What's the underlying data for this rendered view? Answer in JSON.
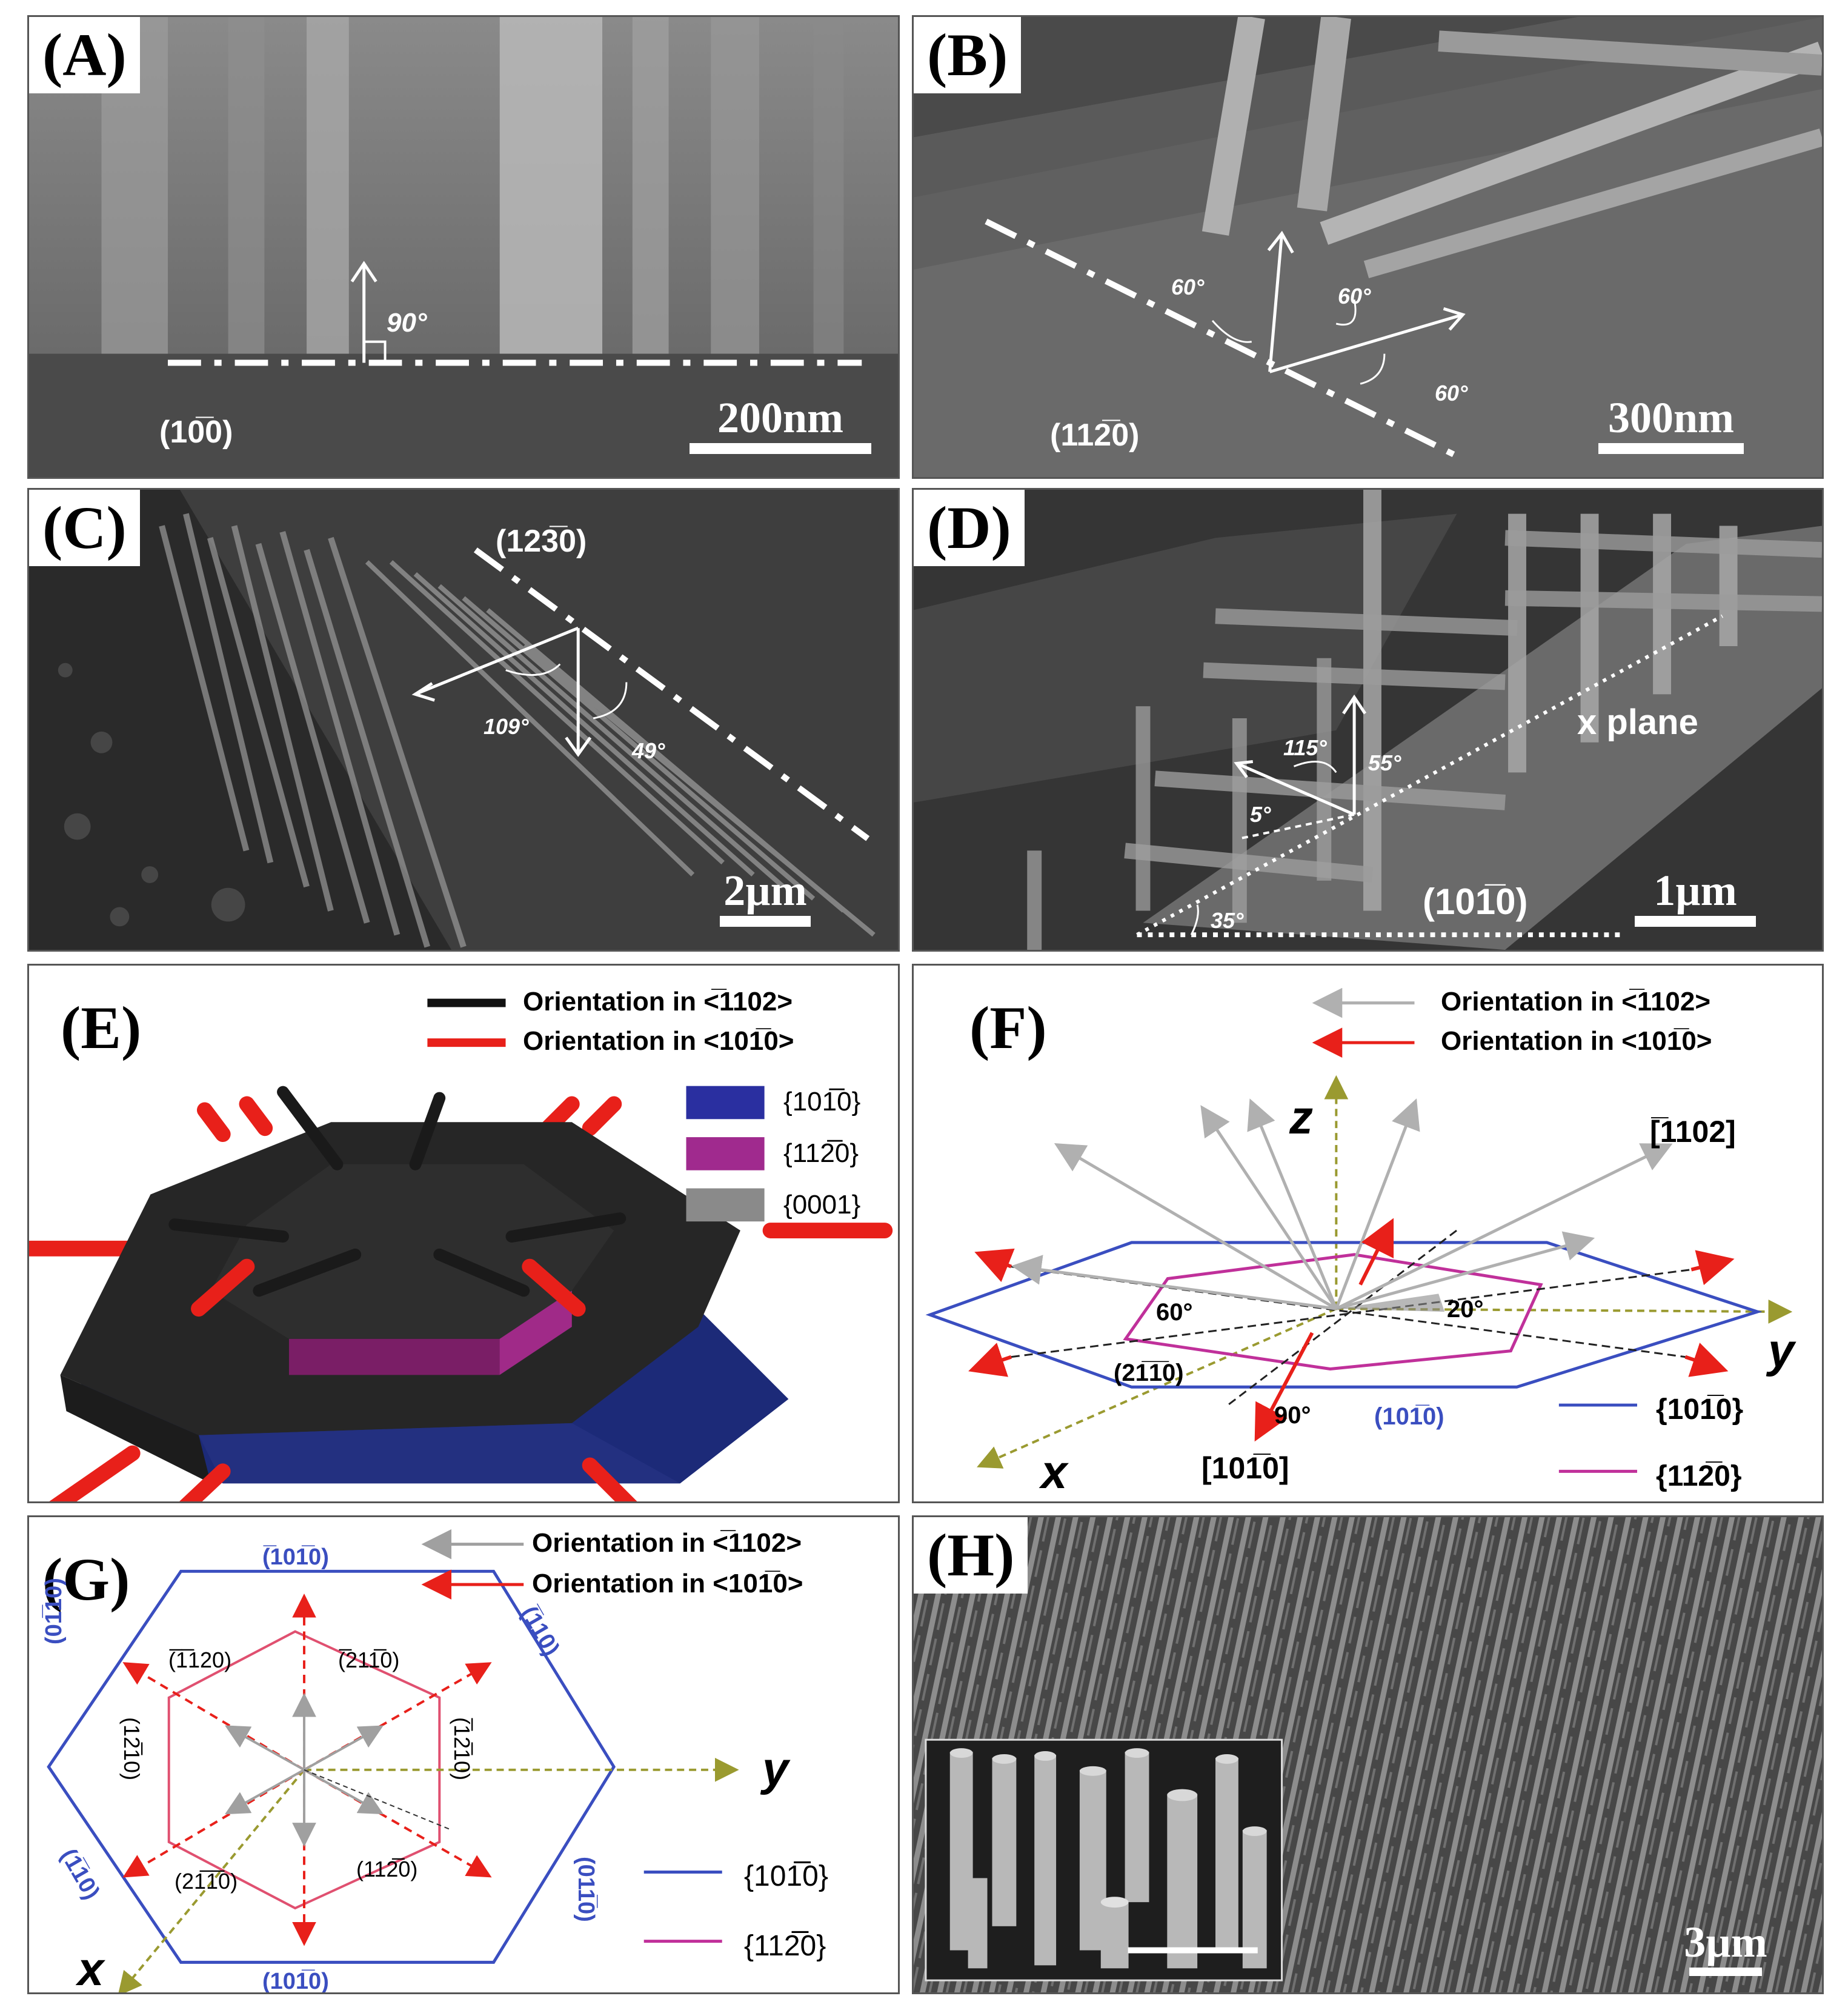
{
  "panels": {
    "A": {
      "label": "(A)",
      "scale_bar": "200nm",
      "plane": "(10̅0)",
      "angle": "90°"
    },
    "B": {
      "label": "(B)",
      "scale_bar": "300nm",
      "plane": "(112̅0)",
      "angle_1": "60°",
      "angle_2": "60°",
      "angle_3": "60°"
    },
    "C": {
      "label": "(C)",
      "scale_bar": "2µm",
      "plane": "(123̅0)",
      "angle_1": "109°",
      "angle_2": "49°"
    },
    "D": {
      "label": "(D)",
      "scale_bar": "1µm",
      "plane": "(101̅0)",
      "plane_name": "x plane",
      "angle_1": "115°",
      "angle_2": "55°",
      "angle_3": "5°",
      "angle_4": "35°"
    },
    "E": {
      "label": "(E)",
      "legend_lines": [
        "Orientation in <̅1102>",
        "Orientation in <101̅0>"
      ],
      "legend_faces": [
        "{101̅0}",
        "{112̅0}",
        "{0001}"
      ]
    },
    "F": {
      "label": "(F)",
      "legend_lines": [
        "Orientation in <̅1102>",
        "Orientation in <101̅0>"
      ],
      "axis_z": "z",
      "axis_y": "y",
      "axis_x": "x",
      "dir_top": "[̅1102]",
      "dir_bottom": "[101̅0]",
      "angle_60": "60°",
      "angle_20": "20°",
      "angle_90": "90°",
      "plane_2110": "(21̅1̅0)",
      "plane_1010": "(101̅0)",
      "legend_planes": [
        "{101̅0}",
        "{112̅0}"
      ]
    },
    "G": {
      "label": "(G)",
      "legend_lines": [
        "Orientation in <̅1102>",
        "Orientation in <101̅0>"
      ],
      "axis_y": "y",
      "axis_x": "x",
      "outer_top": "(̅101̅0)",
      "outer_bottom": "(101̅0)",
      "outer_ul": "(01̅10)",
      "outer_ur": "(̅110)",
      "outer_ll": "(1̅10)",
      "outer_lr": "(011̅0)",
      "inner_1": "(̅1̅120)",
      "inner_2": "(̅211̅0)",
      "inner_3": "(12̅10)",
      "inner_4": "(̅12̅10)",
      "inner_5": "(21̅1̅0)",
      "inner_6": "(112̅0)",
      "legend_planes": [
        "{101̅0}",
        "{112̅0}"
      ]
    },
    "H": {
      "label": "(H)",
      "scale_bar": "3µm"
    }
  },
  "colors": {
    "red": "#e8201a",
    "blue": "#3a4ec0",
    "magenta": "#c0309a",
    "gray": "#a8a8a8",
    "olive": "#9a9a30"
  }
}
